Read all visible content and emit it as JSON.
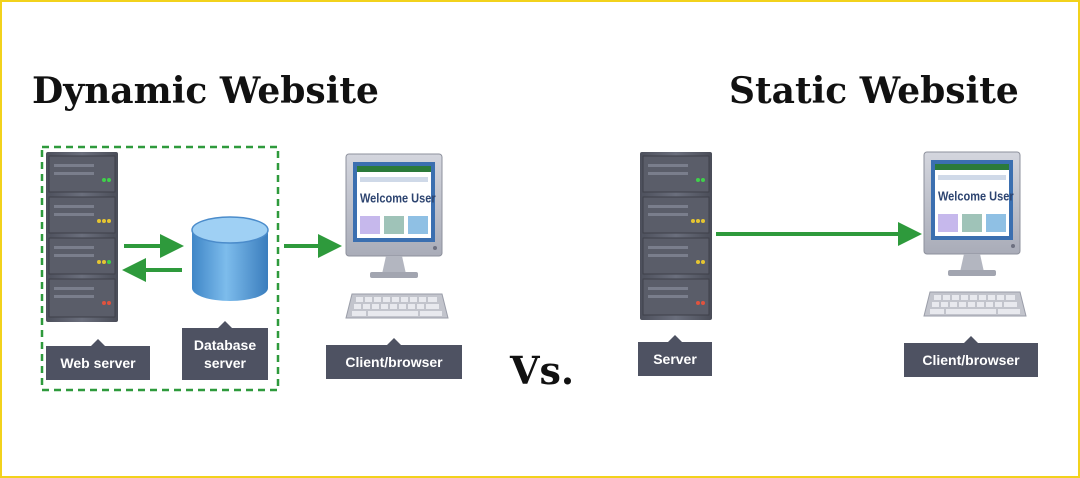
{
  "dynamic": {
    "title": "Dynamic Website",
    "web_server_label": "Web server",
    "database_server_label": "Database server",
    "client_label": "Client/browser",
    "screen_text": "Welcome User"
  },
  "static": {
    "title": "Static Website",
    "server_label": "Server",
    "client_label": "Client/browser",
    "screen_text": "Welcome User"
  },
  "vs_text": "Vs.",
  "colors": {
    "frame_border": "#f2d21c",
    "arrow": "#2e9a3c",
    "label_bg": "#4e5262",
    "server_body": "#5f6270",
    "database": "#5aa3dd",
    "monitor_screen": "#3b6fb0"
  },
  "icons": [
    "server-rack-icon",
    "database-cylinder-icon",
    "monitor-icon",
    "keyboard-icon"
  ]
}
